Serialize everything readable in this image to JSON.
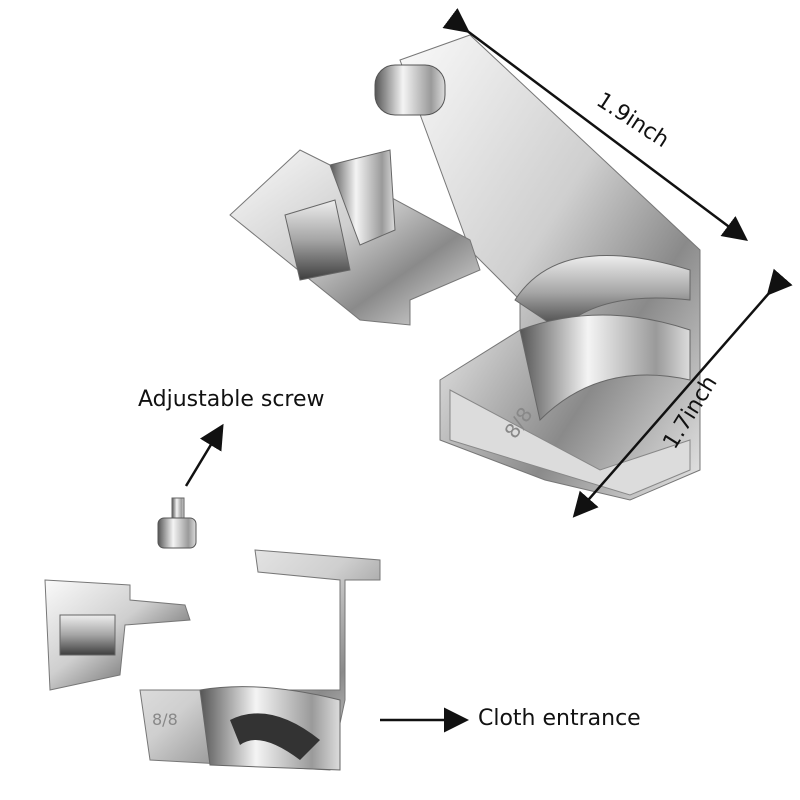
{
  "labels": {
    "width": "1.9inch",
    "height": "1.7inch",
    "screw": "Adjustable screw",
    "entrance": "Cloth entrance"
  },
  "part_marking": "8/8",
  "colors": {
    "metal_light": "#f2f2f2",
    "metal_mid": "#b8b8b8",
    "metal_dark": "#4a4a4a",
    "arrow": "#111111"
  }
}
